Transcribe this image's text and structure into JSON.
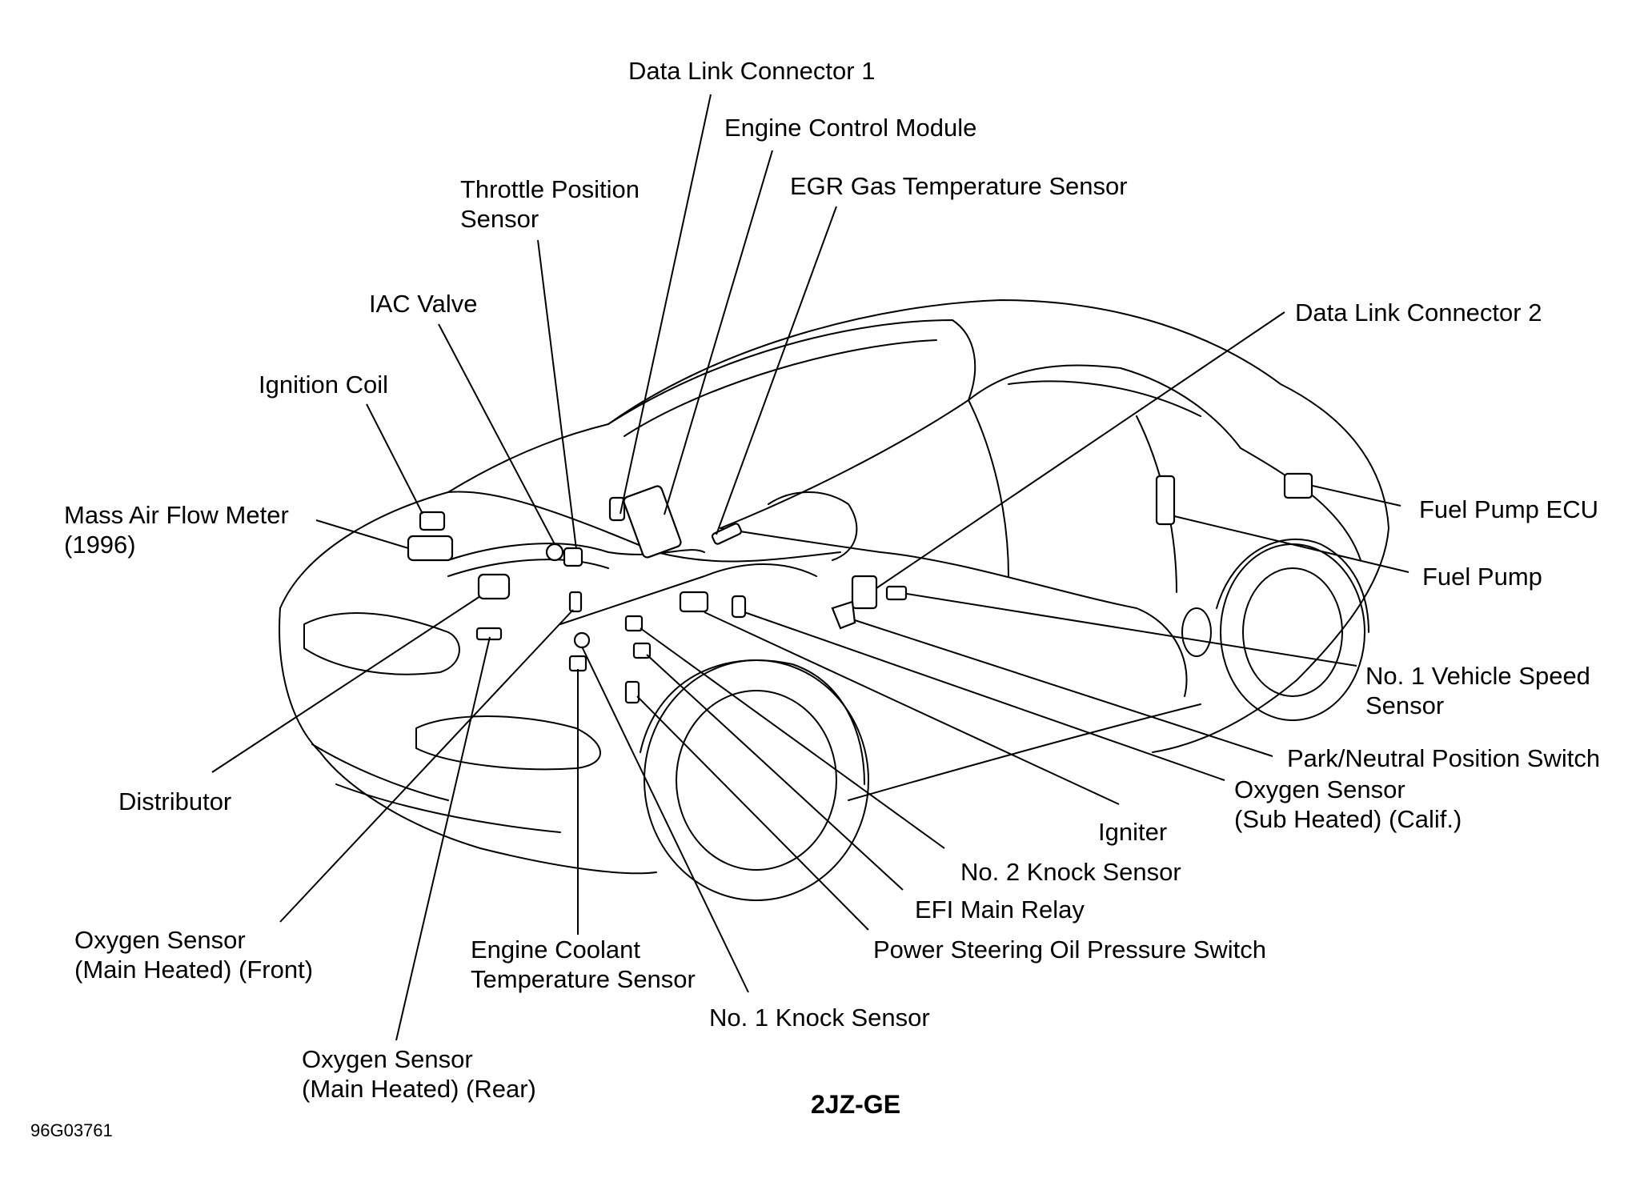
{
  "figure": {
    "caption": "2JZ-GE",
    "figure_id": "96G03761"
  },
  "labels": [
    {
      "key": "dlc1",
      "line1": "Data Link Connector 1",
      "line2": ""
    },
    {
      "key": "ecm",
      "line1": "Engine Control Module",
      "line2": ""
    },
    {
      "key": "egr",
      "line1": "EGR Gas Temperature Sensor",
      "line2": ""
    },
    {
      "key": "tps",
      "line1": "Throttle Position",
      "line2": "Sensor"
    },
    {
      "key": "iac",
      "line1": "IAC Valve",
      "line2": ""
    },
    {
      "key": "coil",
      "line1": "Ignition Coil",
      "line2": ""
    },
    {
      "key": "maf",
      "line1": "Mass Air Flow Meter",
      "line2": "(1996)"
    },
    {
      "key": "dlc2",
      "line1": "Data Link Connector 2",
      "line2": ""
    },
    {
      "key": "fpecu",
      "line1": "Fuel Pump ECU",
      "line2": ""
    },
    {
      "key": "fp",
      "line1": "Fuel Pump",
      "line2": ""
    },
    {
      "key": "vss",
      "line1": "No. 1 Vehicle Speed",
      "line2": "Sensor"
    },
    {
      "key": "pnp",
      "line1": "Park/Neutral Position Switch",
      "line2": ""
    },
    {
      "key": "o2sub",
      "line1": "Oxygen Sensor",
      "line2": "(Sub Heated) (Calif.)"
    },
    {
      "key": "igniter",
      "line1": "Igniter",
      "line2": ""
    },
    {
      "key": "ks2",
      "line1": "No. 2 Knock Sensor",
      "line2": ""
    },
    {
      "key": "efi",
      "line1": "EFI Main Relay",
      "line2": ""
    },
    {
      "key": "ps",
      "line1": "Power Steering Oil Pressure Switch",
      "line2": ""
    },
    {
      "key": "ks1",
      "line1": "No. 1 Knock Sensor",
      "line2": ""
    },
    {
      "key": "ect",
      "line1": "Engine Coolant",
      "line2": "Temperature Sensor"
    },
    {
      "key": "o2front",
      "line1": "Oxygen Sensor",
      "line2": "(Main Heated) (Front)"
    },
    {
      "key": "o2rear",
      "line1": "Oxygen Sensor",
      "line2": "(Main Heated) (Rear)"
    },
    {
      "key": "dist",
      "line1": "Distributor",
      "line2": ""
    }
  ]
}
